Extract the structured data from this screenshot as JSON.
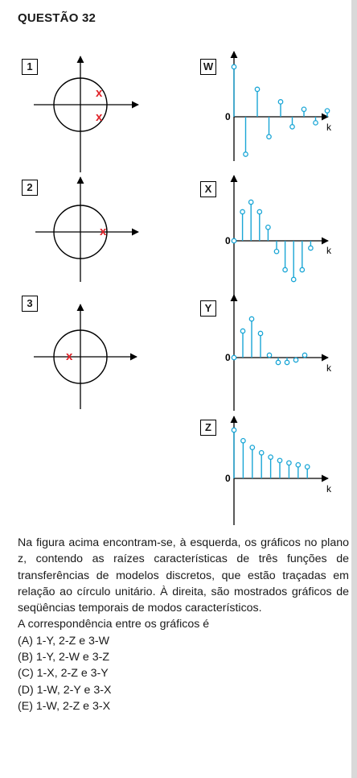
{
  "question_title": "QUESTÃO 32",
  "pz_labels": [
    "1",
    "2",
    "3"
  ],
  "seq_labels": [
    "W",
    "X",
    "Y",
    "Z"
  ],
  "axis_zero": "0",
  "axis_k": "k",
  "root_marker": "x",
  "accent_color": "#1aa6d6",
  "root_color": "#e0242a",
  "stem_text": "Na figura acima encontram-se, à esquerda, os gráficos no plano z, contendo as raízes características de três funções de transferências de modelos discretos, que estão traçadas em relação ao círculo unitário. À direita, são mostrados gráficos de seqüências temporais de modos característicos.",
  "prompt_line": "A correspondência entre os gráficos é",
  "options": [
    "(A) 1-Y,  2-Z  e  3-W",
    "(B) 1-Y,  2-W  e  3-Z",
    "(C) 1-X,  2-Z  e  3-Y",
    "(D) 1-W, 2-Y  e  3-X",
    "(E) 1-W, 2-Z  e  3-X"
  ],
  "plots": {
    "W": [
      1,
      -0.75,
      0.55,
      -0.4,
      0.3,
      -0.2,
      0.15,
      -0.12,
      0.12
    ],
    "X": [
      0,
      0.6,
      0.8,
      0.6,
      0.28,
      -0.22,
      -0.6,
      -0.8,
      -0.6,
      -0.15
    ],
    "Y": [
      0,
      0.55,
      0.8,
      0.5,
      0.05,
      -0.1,
      -0.1,
      -0.05,
      0.05
    ],
    "Z": [
      1,
      0.78,
      0.64,
      0.53,
      0.44,
      0.37,
      0.32,
      0.28,
      0.24
    ]
  }
}
